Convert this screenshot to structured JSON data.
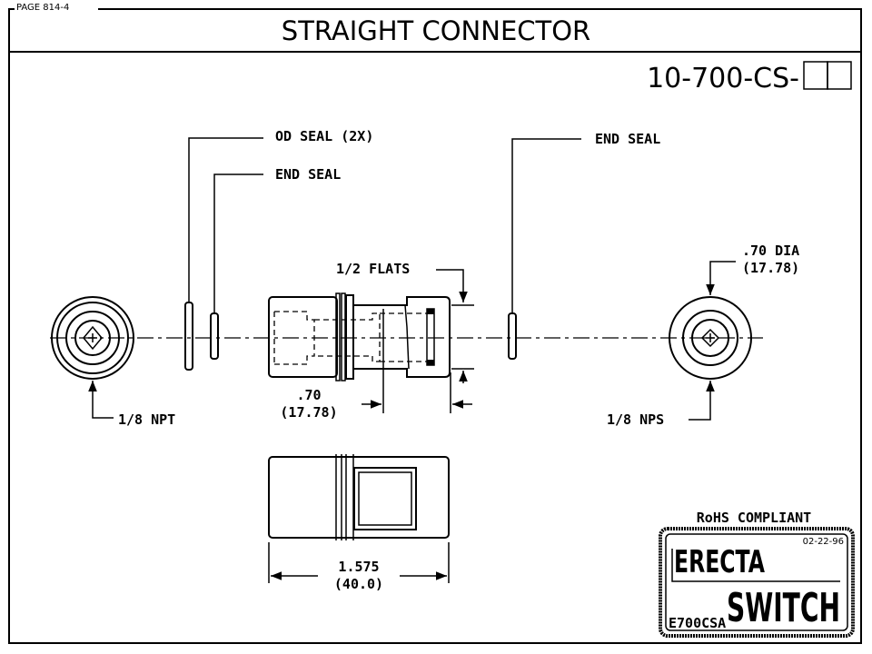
{
  "page_label": "PAGE 814-4",
  "title": "STRAIGHT CONNECTOR",
  "part_number": {
    "prefix": "10-700-CS-",
    "suffix_boxes": 2
  },
  "callouts": {
    "od_seal": "OD SEAL (2X)",
    "end_seal_left": "END SEAL",
    "end_seal_right": "END SEAL",
    "flats": "1/2 FLATS",
    "dia_in": ".70 DIA",
    "dia_mm": "(17.78)",
    "npt": "1/8 NPT",
    "nps": "1/8 NPS",
    "len_in": ".70",
    "len_mm": "(17.78)",
    "overall_in": "1.575",
    "overall_mm": "(40.0)"
  },
  "logo": {
    "rohs": "RoHS COMPLIANT",
    "date": "02-22-96",
    "line1": "ERECTA",
    "line2": "SWITCH",
    "code": "E700CSA"
  }
}
